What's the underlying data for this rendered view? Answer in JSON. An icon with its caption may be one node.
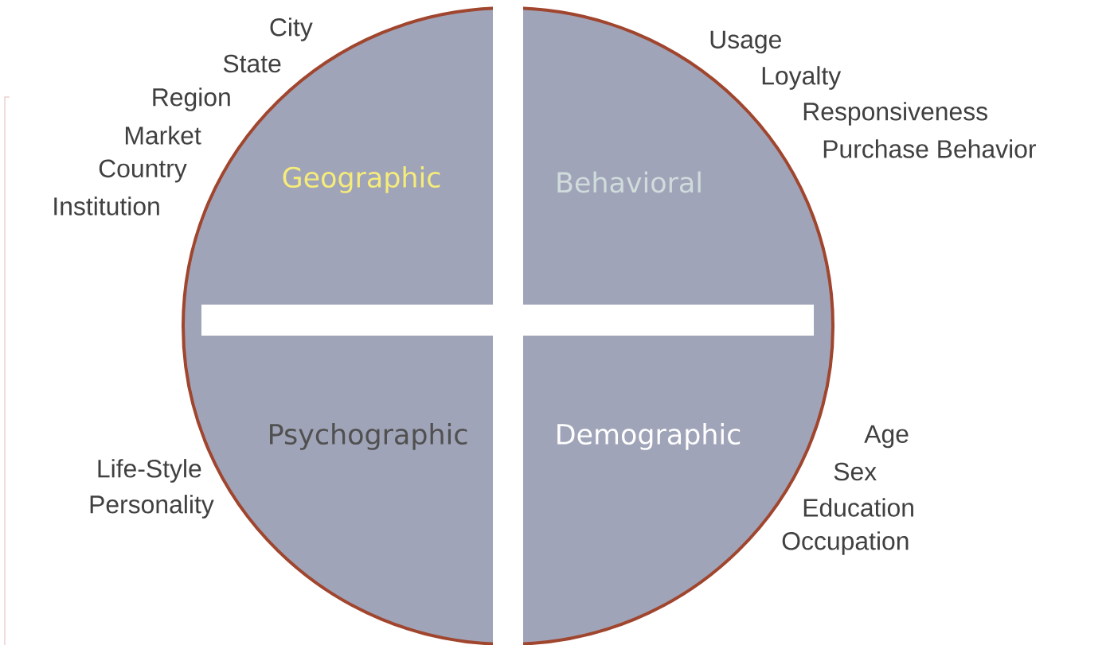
{
  "diagram": {
    "nodes": [
      {
        "text": [
          "Geographic"
        ],
        "beside": [
          "City",
          "State",
          "Region",
          "Market",
          "Country",
          "Institution"
        ]
      },
      {
        "text": [
          "Behavioral"
        ],
        "beside": [
          "Usage",
          "Loyalty",
          "Responsiveness",
          "Purchase Behavior"
        ]
      },
      {
        "text": [
          "Psychographic"
        ],
        "beside": [
          "Life-Style",
          "Personality"
        ]
      },
      {
        "text": [
          "Demographic"
        ],
        "beside": [
          "Age",
          "Sex",
          "Education",
          "Occupation"
        ]
      }
    ]
  }
}
